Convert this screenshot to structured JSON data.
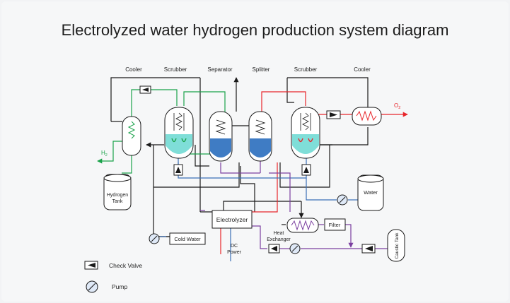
{
  "title": "Electrolyzed water hydrogen production system diagram",
  "labels": {
    "cooler_left": "Cooler",
    "scrubber_left": "Scrubber",
    "separator": "Separator",
    "splitter": "Splitter",
    "scrubber_right": "Scrubber",
    "cooler_right": "Cooler",
    "h2": "H",
    "h2_sub": "2",
    "o2": "O",
    "o2_sub": "2",
    "hydrogen_tank_line1": "Hydrogen",
    "hydrogen_tank_line2": "Tank",
    "water": "Water",
    "caustic_tank": "Caustic Tank",
    "electrolyzer": "Electrolyzer",
    "filter": "Filter",
    "heat_exchanger_line1": "Heat",
    "heat_exchanger_line2": "Exchanger",
    "dc_power_line1": "DC",
    "dc_power_line2": "Power",
    "cold_water": "Cold Water"
  },
  "legend": {
    "check_valve": "Check Valve",
    "pump": "Pump"
  },
  "colors": {
    "hydrogen_line": "#1aa34a",
    "oxygen_line": "#e8262b",
    "water_line": "#3b6fb6",
    "caustic_line": "#7b3fa0",
    "process_line": "#1a1a1a",
    "separator_liquid": "#3f7cc4",
    "scrubber_liquid": "#7fded8"
  }
}
